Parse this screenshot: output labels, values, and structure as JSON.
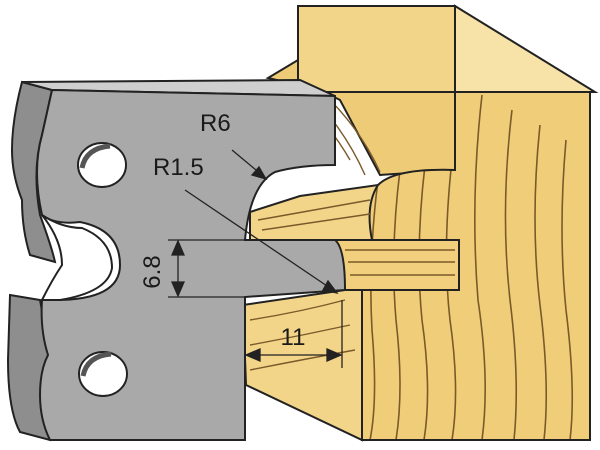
{
  "labels": {
    "radius_large": "R6",
    "radius_small": "R1.5",
    "height": "6.8",
    "width": "11"
  },
  "colors": {
    "wood_face": "#f3d58a",
    "wood_top": "#f7e3a8",
    "wood_end": "#f0cd79",
    "wood_grain": "#7a5a2a",
    "steel_face": "#a9a9a9",
    "steel_top": "#d2d2d2",
    "steel_edge": "#6f6f6f",
    "outline": "#222222"
  }
}
